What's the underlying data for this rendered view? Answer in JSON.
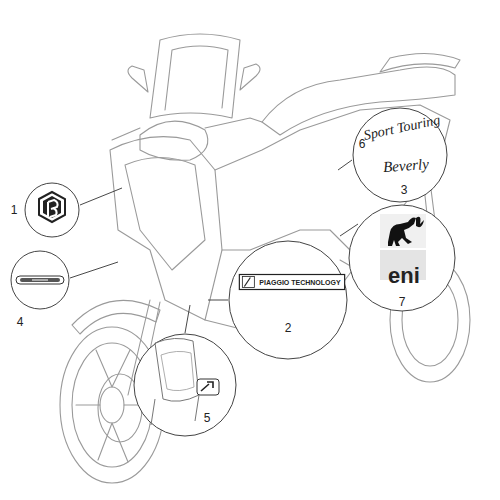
{
  "diagram": {
    "nodes": [
      {
        "text": [
          "1"
        ]
      },
      {
        "text": [
          "Sport Touring",
          "6",
          "Beverly",
          "3"
        ]
      },
      {
        "text": [
          "4"
        ]
      },
      {
        "text": [
          "eni",
          "7"
        ]
      },
      {
        "text": [
          "PIAGGIO TECHNOLOGY",
          "2"
        ]
      },
      {
        "text": [
          "5"
        ]
      }
    ],
    "edges": []
  }
}
